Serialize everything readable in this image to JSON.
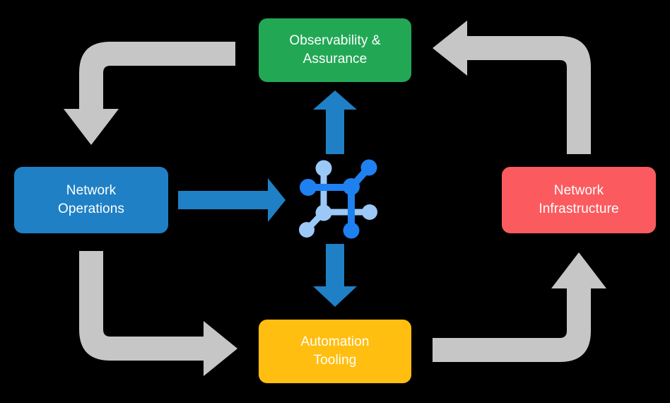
{
  "diagram": {
    "type": "cycle-diagram",
    "title": "",
    "background_color": "#000000",
    "center": {
      "icon": "network-topology-icon",
      "colors": {
        "dark_blue": "#1f80f0",
        "light_blue": "#9cc8f7"
      }
    },
    "nodes": [
      {
        "id": "observability",
        "label": "Observability &\nAssurance",
        "color": "#22a855",
        "text_color": "#ffffff",
        "position": "top"
      },
      {
        "id": "operations",
        "label": "Network\nOperations",
        "color": "#1f80c5",
        "text_color": "#ffffff",
        "position": "left"
      },
      {
        "id": "infrastructure",
        "label": "Network\nInfrastructure",
        "color": "#fb5b5f",
        "text_color": "#ffffff",
        "position": "right"
      },
      {
        "id": "automation",
        "label": "Automation\nTooling",
        "color": "#ffbe10",
        "text_color": "#ffffff",
        "position": "bottom"
      }
    ],
    "connectors": [
      {
        "id": "operations-to-center",
        "from": "operations",
        "to": "center",
        "style": "straight",
        "direction": "right",
        "color": "#1f80c5"
      },
      {
        "id": "center-to-observability",
        "from": "center",
        "to": "observability",
        "style": "straight",
        "direction": "up",
        "color": "#1f80c5"
      },
      {
        "id": "center-to-automation",
        "from": "center",
        "to": "automation",
        "style": "straight",
        "direction": "down",
        "color": "#1f80c5"
      },
      {
        "id": "observability-to-operations",
        "from": "observability",
        "to": "operations",
        "style": "elbow",
        "direction": "down",
        "color": "#c6c6c6"
      },
      {
        "id": "infrastructure-to-observability",
        "from": "infrastructure",
        "to": "observability",
        "style": "elbow",
        "direction": "left",
        "color": "#c6c6c6"
      },
      {
        "id": "operations-to-automation",
        "from": "operations",
        "to": "automation",
        "style": "elbow",
        "direction": "right",
        "color": "#c6c6c6"
      },
      {
        "id": "automation-to-infrastructure",
        "from": "automation",
        "to": "infrastructure",
        "style": "elbow",
        "direction": "up",
        "color": "#c6c6c6"
      }
    ]
  }
}
